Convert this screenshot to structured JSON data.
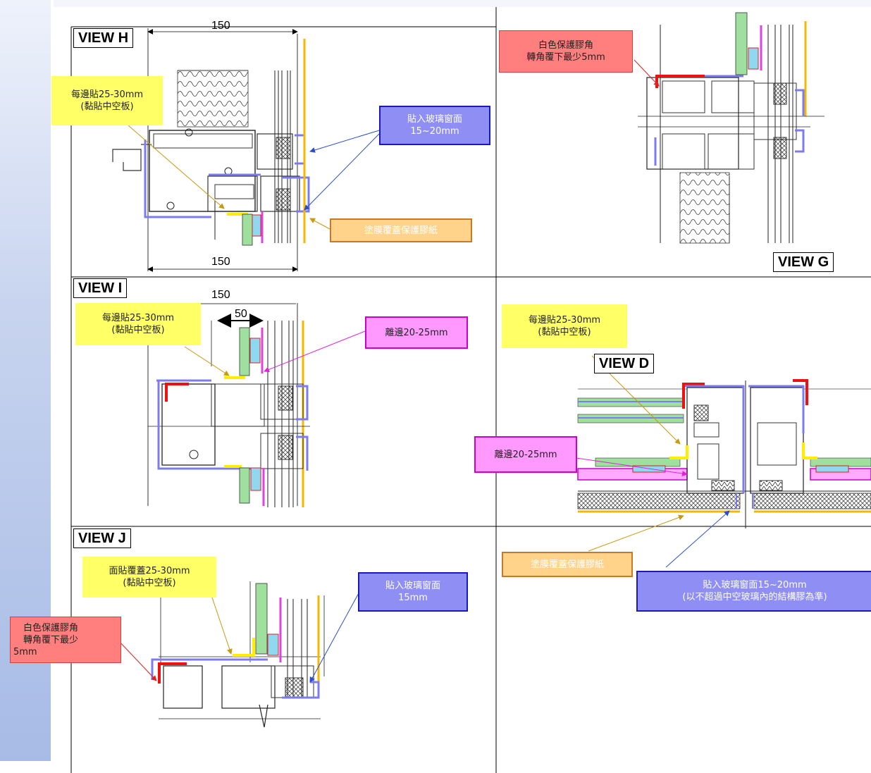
{
  "views": {
    "h": "VIEW H",
    "g": "VIEW G",
    "i": "VIEW I",
    "d": "VIEW D",
    "j": "VIEW J"
  },
  "dimensions": {
    "h_top": "150",
    "h_bottom": "150",
    "i_top": "150",
    "i_inner": "50"
  },
  "notes": {
    "h_yellow": [
      "每邊貼25-30mm",
      "(黏貼中空板)"
    ],
    "h_blue": [
      "貼入玻璃窗面",
      "15~20mm"
    ],
    "h_orange": [
      "塗膜覆蓋保護膠紙"
    ],
    "g_red": [
      "白色保護膠角",
      "轉角覆下最少5mm"
    ],
    "i_yellow": [
      "每邊貼25-30mm",
      "(黏貼中空板)"
    ],
    "i_magenta": [
      "離邊20-25mm"
    ],
    "d_yellow": [
      "每邊貼25-30mm",
      "(黏貼中空板)"
    ],
    "d_magenta": [
      "離邊20-25mm"
    ],
    "d_orange": [
      "塗膜覆蓋保護膠紙"
    ],
    "d_blue": [
      "貼入玻璃窗面15~20mm",
      "(以不超過中空玻璃內的結構膠為準)"
    ],
    "j_yellow": [
      "面貼覆蓋25-30mm",
      "(黏貼中空板)"
    ],
    "j_blue": [
      "貼入玻璃窗面",
      "15mm"
    ],
    "j_red": [
      "白色保護膠角",
      "轉角覆下最少",
      "5mm"
    ]
  },
  "colors": {
    "protective_tape_blue": "#7c7cf0",
    "yellow_tape": "#ffee00",
    "magenta_edge": "#dd44dd",
    "red_corner": "#ee1111",
    "orange_film": "#f5b800",
    "green_panel": "#9fe09f",
    "cyan_glass": "#8fd8f0"
  }
}
